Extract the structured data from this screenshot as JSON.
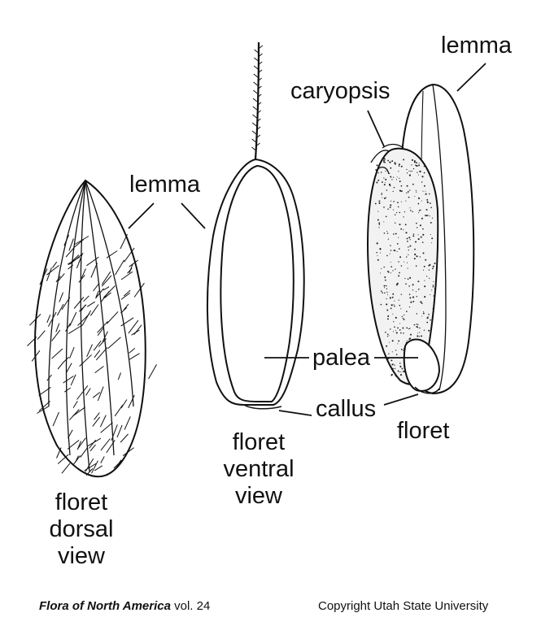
{
  "labels": {
    "lemma_right": "lemma",
    "caryopsis": "caryopsis",
    "lemma_middle": "lemma",
    "palea": "palea",
    "callus": "callus",
    "floret_right": "floret",
    "floret_ventral": [
      "floret",
      "ventral",
      "view"
    ],
    "floret_dorsal": [
      "floret",
      "dorsal",
      "view"
    ]
  },
  "footer": {
    "source_title": "Flora of North America",
    "source_volume": " vol. 24",
    "copyright": "Copyright Utah State University"
  }
}
